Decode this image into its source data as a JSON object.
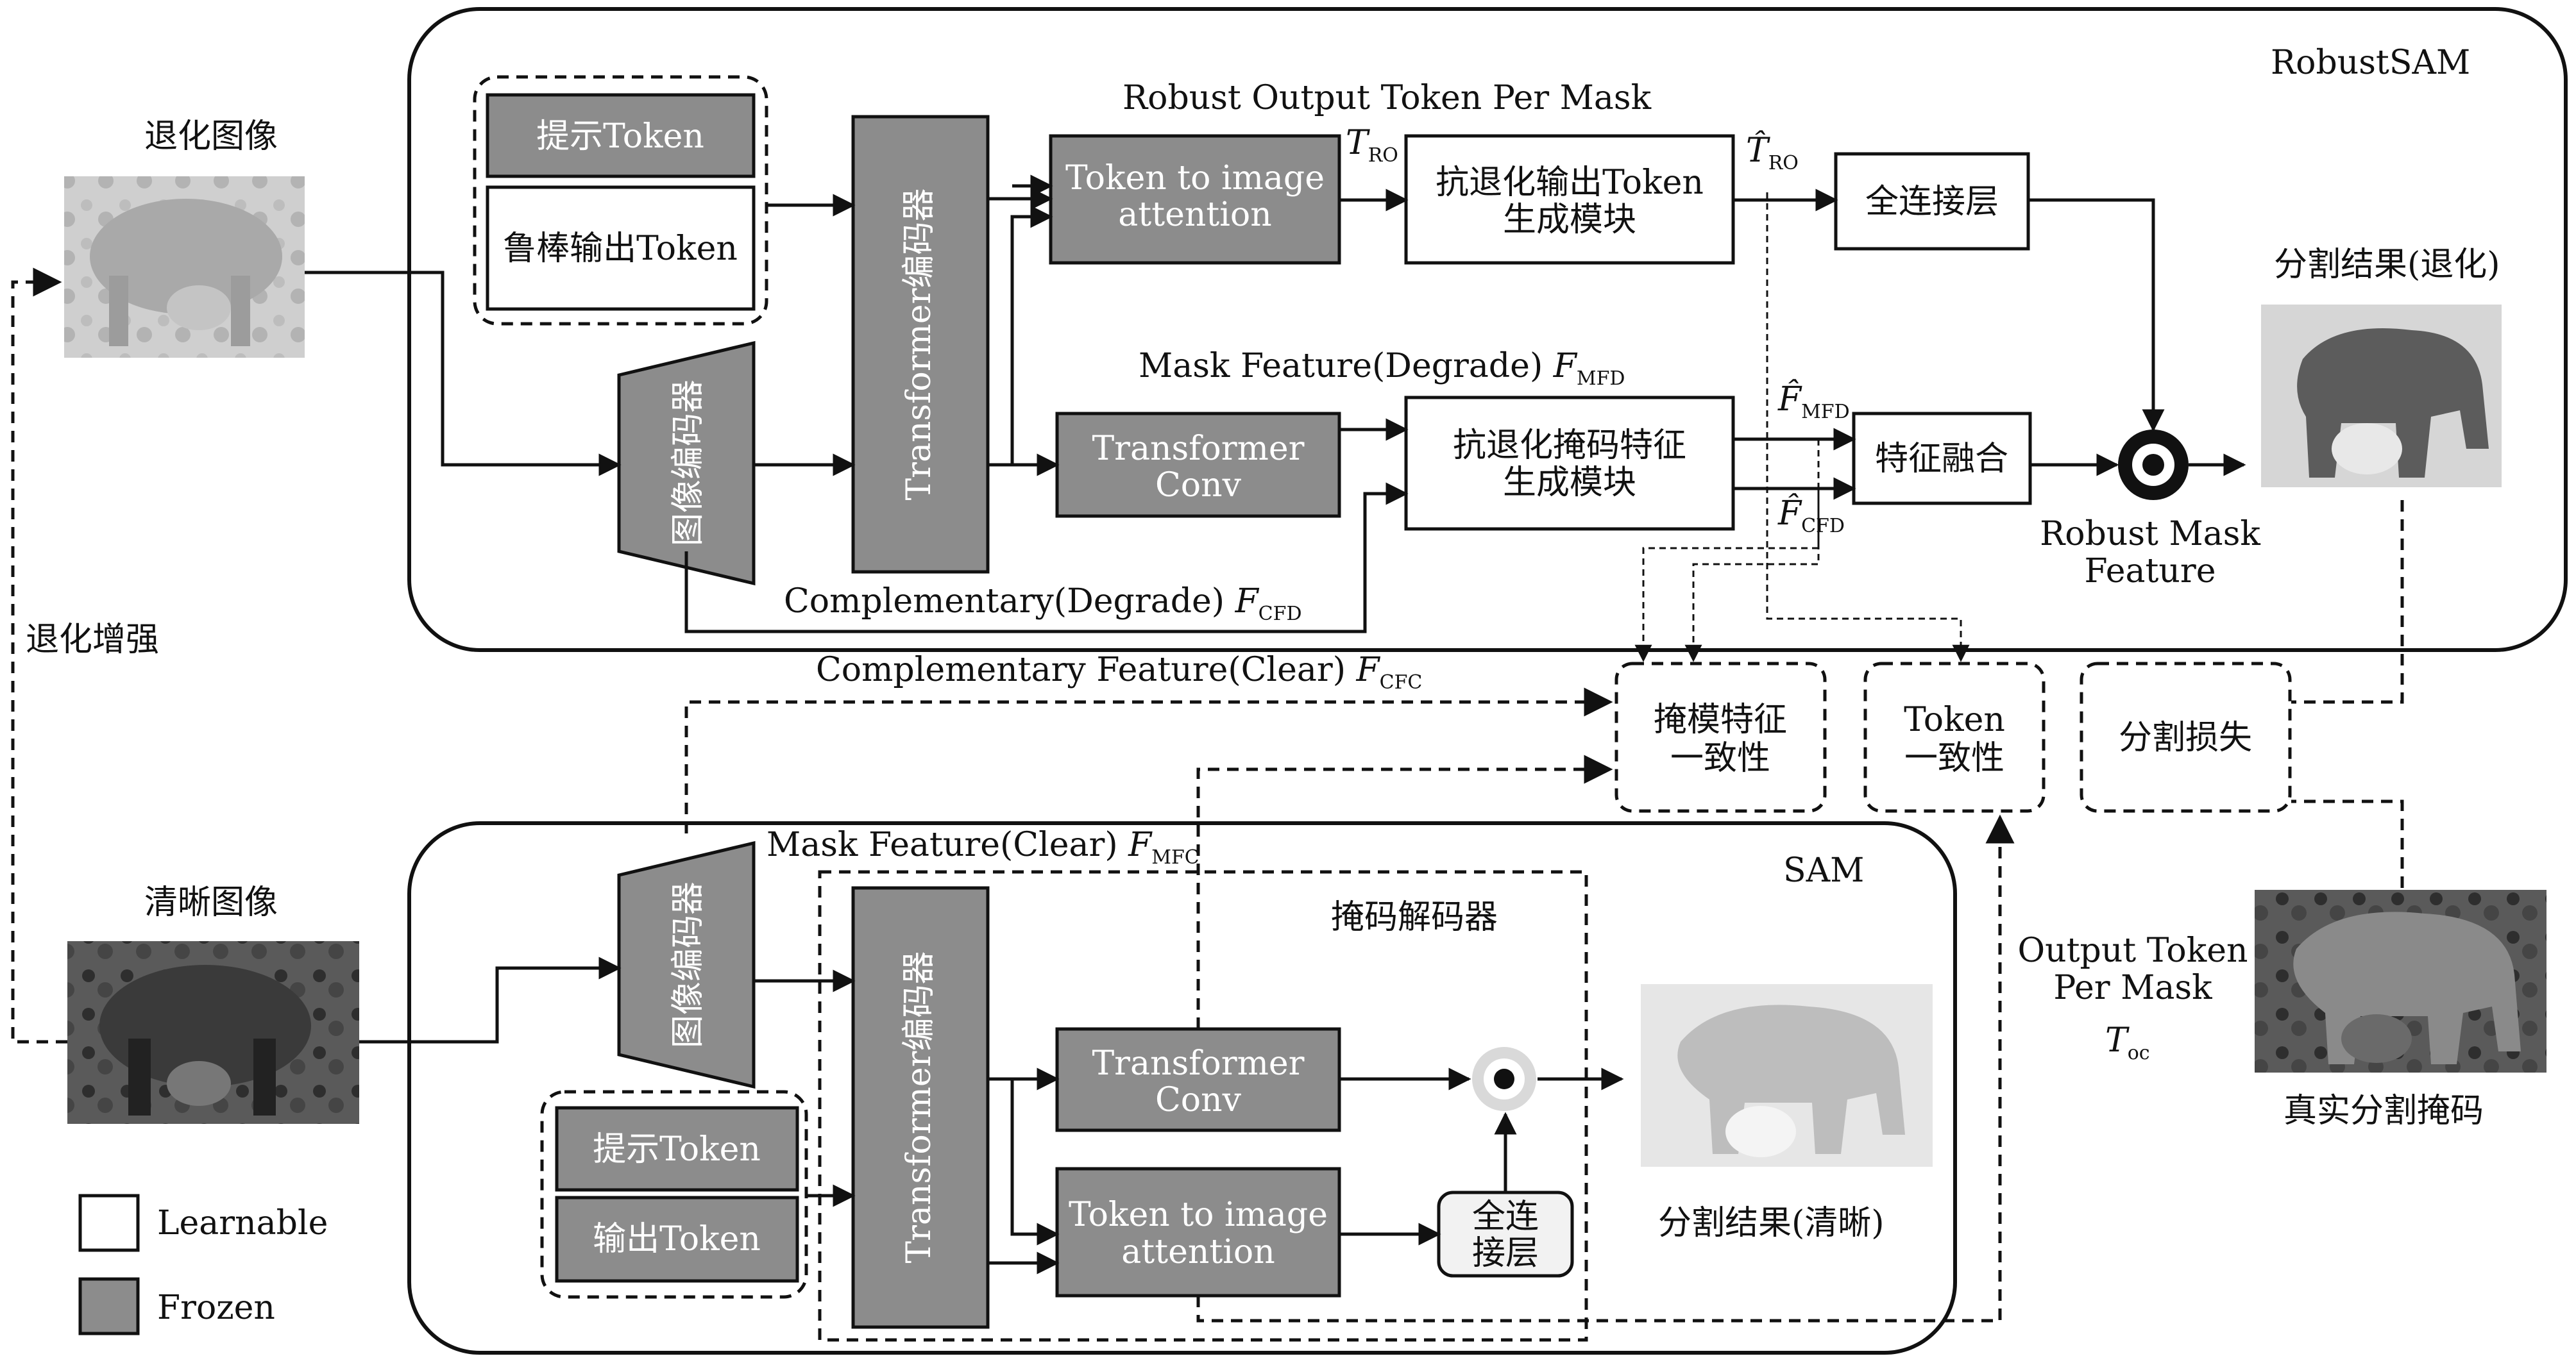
{
  "inputs": {
    "degraded_image": "退化图像",
    "clear_image": "清晰图像",
    "degrade_aug": "退化增强"
  },
  "robust": {
    "title": "RobustSAM",
    "prompt_token": "提示Token",
    "robust_output_token": "鲁棒输出Token",
    "image_encoder": "图像编码器",
    "transformer_encoder": "Transformer编码器",
    "token_to_image": [
      "Token to image",
      "attention"
    ],
    "transformer_conv": [
      "Transformer",
      "Conv"
    ],
    "robust_output_label": "Robust Output Token Per Mask",
    "t_ro": "T",
    "t_ro_sub": "RO",
    "anti_token": [
      "抗退化输出Token",
      "生成模块"
    ],
    "t_ro_hat": "T̂",
    "t_ro_hat_sub": "RO",
    "fc_layer": "全连接层",
    "mask_feature_label": "Mask Feature(Degrade) ",
    "f_mfd": "F",
    "f_mfd_sub": "MFD",
    "anti_mask": [
      "抗退化掩码特征",
      "生成模块"
    ],
    "f_mfd_hat": "F̂",
    "f_mfd_hat_sub": "MFD",
    "f_cfd_hat": "F̂",
    "f_cfd_hat_sub": "CFD",
    "feature_fusion": "特征融合",
    "complementary_label": "Complementary(Degrade) ",
    "f_cfd": "F",
    "f_cfd_sub": "CFD",
    "robust_mask_feature": [
      "Robust Mask",
      "Feature"
    ],
    "seg_result_degraded": "分割结果(退化)"
  },
  "losses": {
    "mask_consistency": [
      "掩模特征",
      "一致性"
    ],
    "token_consistency": [
      "Token",
      "一致性"
    ],
    "seg_loss": "分割损失",
    "complementary_clear_label": "Complementary Feature(Clear) ",
    "f_cfc": "F",
    "f_cfc_sub": "CFC"
  },
  "sam": {
    "title": "SAM",
    "image_encoder": "图像编码器",
    "mask_feature_clear_label": "Mask Feature(Clear) ",
    "f_mfc": "F",
    "f_mfc_sub": "MFC",
    "mask_decoder": "掩码解码器",
    "transformer_encoder": "Transformer编码器",
    "transformer_conv": [
      "Transformer",
      "Conv"
    ],
    "token_to_image": [
      "Token to image",
      "attention"
    ],
    "fc_layer": [
      "全连",
      "接层"
    ],
    "prompt_token": "提示Token",
    "output_token": "输出Token",
    "seg_result_clear": "分割结果(清晰)"
  },
  "gt": {
    "output_token_label": [
      "Output Token",
      "Per Mask"
    ],
    "t_oc": "T",
    "t_oc_sub": "oc",
    "gt_mask": "真实分割掩码"
  },
  "legend": {
    "learnable": "Learnable",
    "frozen": "Frozen"
  },
  "colors": {
    "frozen": "#8c8c8c",
    "learnable": "#ffffff",
    "line": "#111111"
  }
}
